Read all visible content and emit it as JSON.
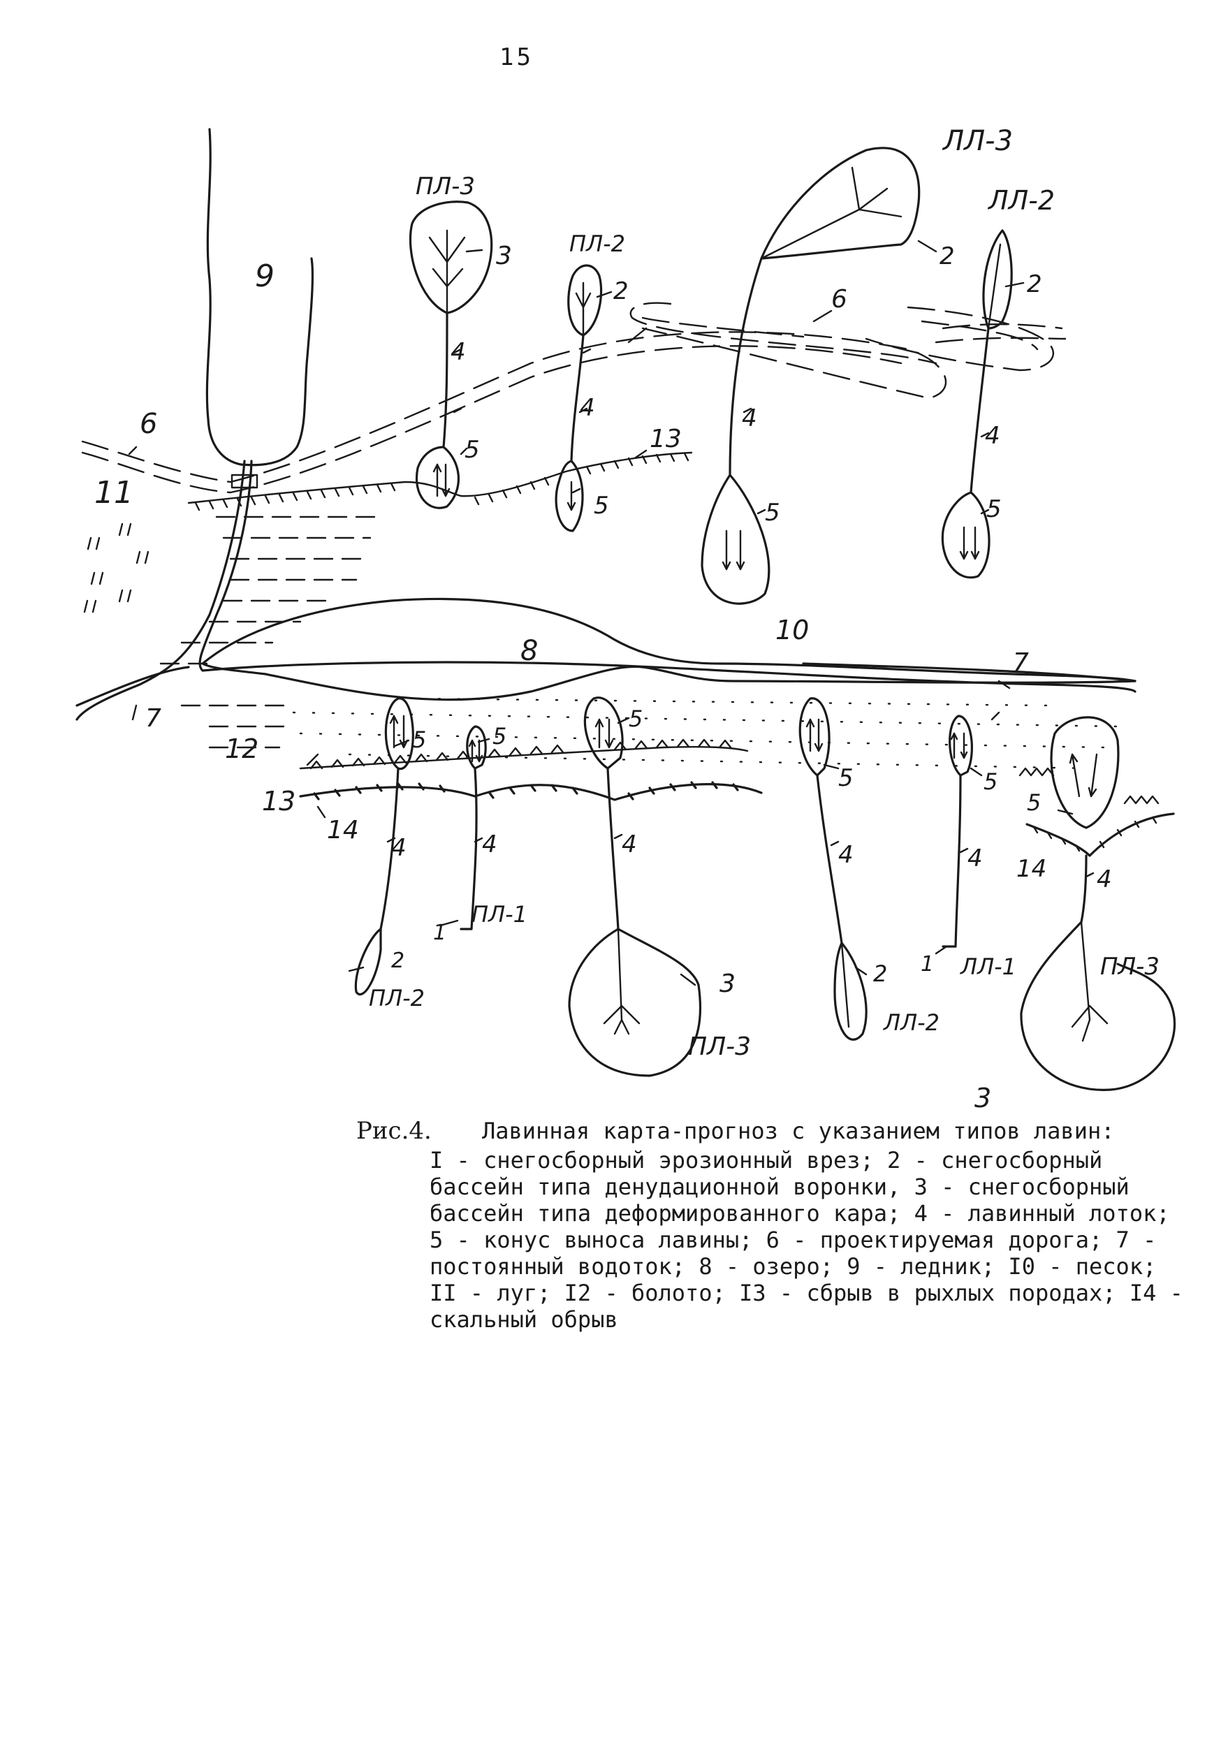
{
  "page": {
    "number": "15"
  },
  "diagram": {
    "labels": {
      "glacier": "9",
      "lake": "8",
      "sand": "10",
      "meadow": "11",
      "swamp": "12",
      "road": "6",
      "stream": "7",
      "loose_cliff": "13",
      "rock_cliff": "14",
      "n1": "1",
      "n2": "2",
      "n3": "3",
      "n4": "4",
      "n5": "5",
      "pl1": "ПЛ-1",
      "pl2": "ПЛ-2",
      "pl3": "ПЛ-3",
      "ll1": "ЛЛ-1",
      "ll2": "ЛЛ-2",
      "ll3": "ЛЛ-3"
    }
  },
  "caption": {
    "figure_label": "Рис.4.",
    "title": "Лавинная карта-прогноз с указанием типов лавин:",
    "legend": [
      "I - снегосборный эрозионный врез;",
      "2 - снегосборный бассейн типа денудационной воронки,",
      "3 - снегосборный бассейн типа деформированного кара;",
      "4 - лавинный лоток;",
      "5 - конус выноса лавины;",
      "6 - проектируемая дорога;",
      "7 - постоянный водоток;",
      "8 - озеро;",
      "9 - ледник;",
      "I0 - песок;",
      "II - луг;",
      "I2 - болото;",
      "I3 - сбрыв в рыхлых породах;",
      "I4 - скальный обрыв"
    ]
  }
}
